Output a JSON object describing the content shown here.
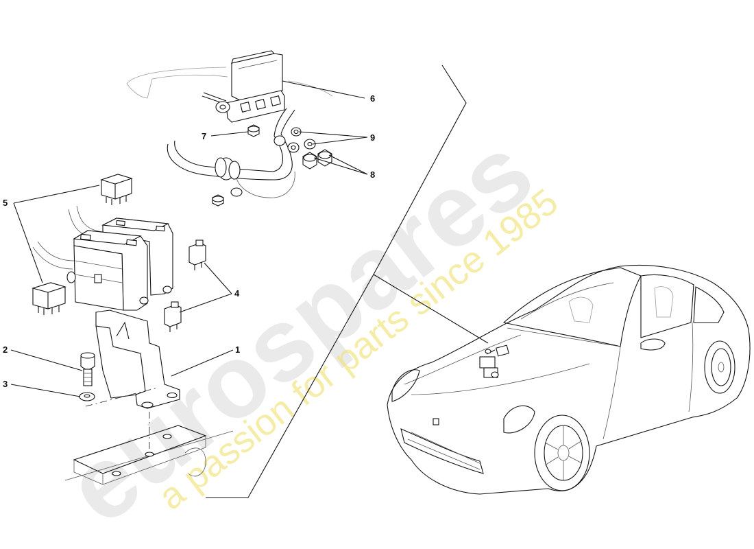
{
  "watermark": {
    "brand": "eurospares",
    "tagline": "a passion for parts since 1985"
  },
  "callouts": [
    {
      "id": "1",
      "label": "1"
    },
    {
      "id": "2",
      "label": "2"
    },
    {
      "id": "3",
      "label": "3"
    },
    {
      "id": "4",
      "label": "4"
    },
    {
      "id": "5",
      "label": "5"
    },
    {
      "id": "6",
      "label": "6"
    },
    {
      "id": "7",
      "label": "7"
    },
    {
      "id": "8",
      "label": "8"
    },
    {
      "id": "9",
      "label": "9"
    }
  ],
  "colors": {
    "line": "#111111",
    "watermark_gray": "#d9d9d9",
    "watermark_yellow": "#f0e27a",
    "background": "#ffffff"
  }
}
